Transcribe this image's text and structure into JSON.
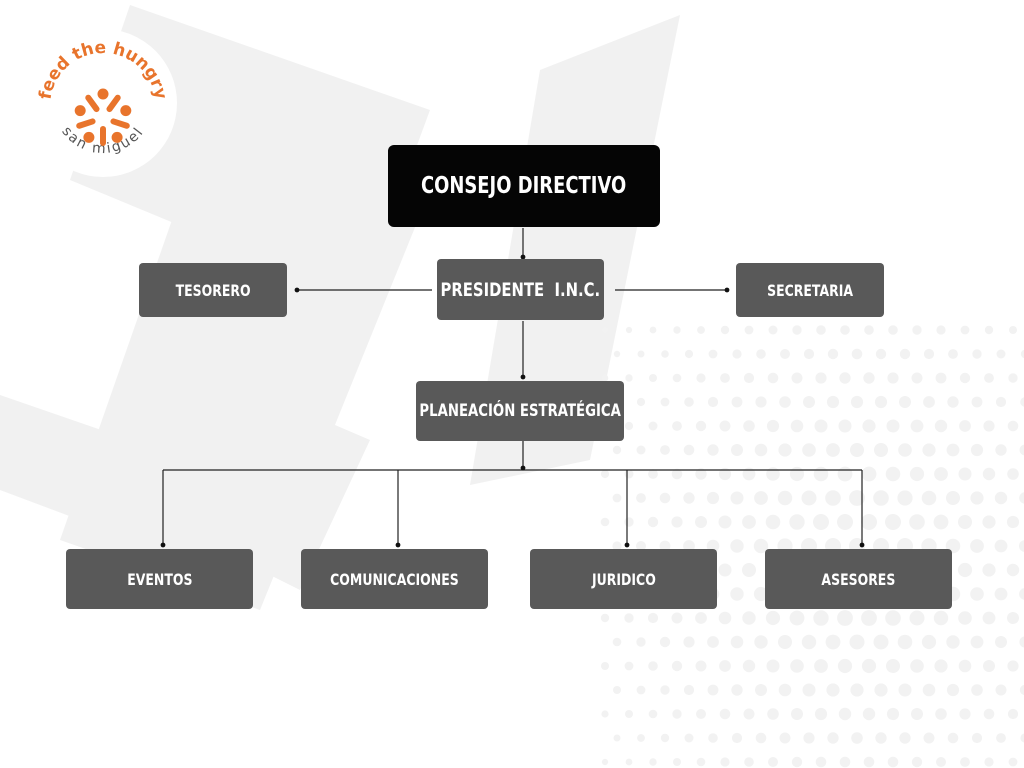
{
  "logo": {
    "top_text": "feed the hungry",
    "bottom_text": "san miguel",
    "color": "#e8742c"
  },
  "org_chart": {
    "root": {
      "label": "CONSEJO DIRECTIVO"
    },
    "president": {
      "label": "PRESIDENTE  I.N.C."
    },
    "left_aide": {
      "label": "TESORERO"
    },
    "right_aide": {
      "label": "SECRETARIA"
    },
    "planning": {
      "label": "PLANEACIÓN ESTRATÉGICA"
    },
    "departments": [
      {
        "label": "EVENTOS"
      },
      {
        "label": "COMUNICACIONES"
      },
      {
        "label": "JURIDICO"
      },
      {
        "label": "ASESORES"
      }
    ]
  },
  "colors": {
    "box_fill": "#595959",
    "root_fill": "#050505",
    "text": "#ffffff",
    "connector": "#222222",
    "background_watermark": "#f1f1f1"
  }
}
